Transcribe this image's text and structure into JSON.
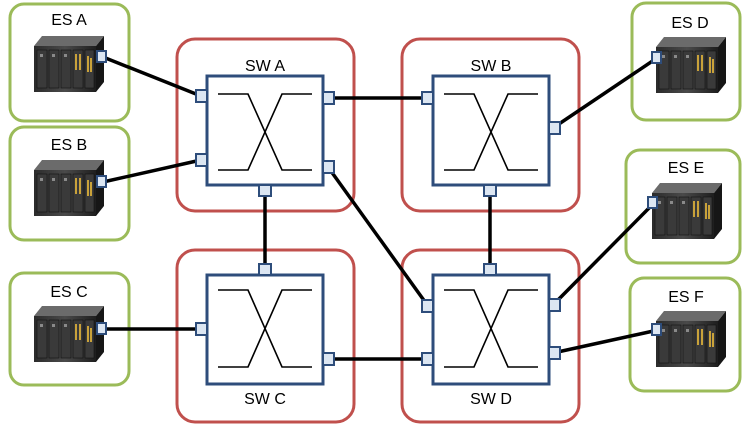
{
  "switches": [
    {
      "id": "sw-a",
      "label": "SW A"
    },
    {
      "id": "sw-b",
      "label": "SW B"
    },
    {
      "id": "sw-c",
      "label": "SW C"
    },
    {
      "id": "sw-d",
      "label": "SW D"
    }
  ],
  "end_systems": [
    {
      "id": "es-a",
      "label": "ES A"
    },
    {
      "id": "es-b",
      "label": "ES B"
    },
    {
      "id": "es-c",
      "label": "ES C"
    },
    {
      "id": "es-d",
      "label": "ES D"
    },
    {
      "id": "es-e",
      "label": "ES E"
    },
    {
      "id": "es-f",
      "label": "ES F"
    }
  ],
  "links": [
    {
      "from": "ES A",
      "to": "SW A"
    },
    {
      "from": "ES B",
      "to": "SW A"
    },
    {
      "from": "ES C",
      "to": "SW C"
    },
    {
      "from": "ES D",
      "to": "SW B"
    },
    {
      "from": "ES E",
      "to": "SW D"
    },
    {
      "from": "ES F",
      "to": "SW D"
    },
    {
      "from": "SW A",
      "to": "SW B"
    },
    {
      "from": "SW A",
      "to": "SW C"
    },
    {
      "from": "SW A",
      "to": "SW D"
    },
    {
      "from": "SW B",
      "to": "SW D"
    },
    {
      "from": "SW C",
      "to": "SW D"
    }
  ],
  "colors": {
    "switch_zone_border": "#c0504d",
    "end_system_border": "#9bbb59",
    "switch_box_border": "#2e4d7b",
    "port_fill": "#dce6f2",
    "link": "#000000"
  },
  "icons": {
    "end_system": "server-rack-icon",
    "switch": "crossbar-switch-icon",
    "port": "port-icon"
  }
}
